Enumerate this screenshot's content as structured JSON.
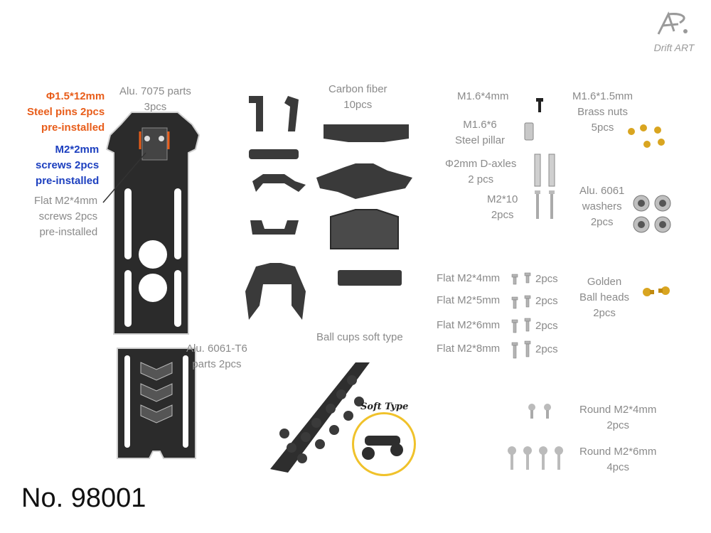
{
  "brand": {
    "logo_mark": "A.",
    "name": "Drift ART"
  },
  "model_number": "No. 98001",
  "annotations": {
    "steel_pins": [
      "Φ1.5*12mm",
      "Steel pins 2pcs",
      "pre-installed"
    ],
    "m2_screws": [
      "M2*2mm",
      "screws  2pcs",
      "pre-installed"
    ],
    "flat_screws": [
      "Flat M2*4mm",
      "screws  2pcs",
      "pre-installed"
    ],
    "alu7075": [
      "Alu. 7075 parts",
      "3pcs"
    ],
    "carbon": [
      "Carbon fiber",
      "10pcs"
    ],
    "alu6061t6": [
      "Alu. 6061-T6",
      "parts 2pcs"
    ],
    "ballcups": [
      "Ball cups soft type"
    ],
    "soft_type": "Soft Type",
    "m16_4": [
      "M1.6*4mm"
    ],
    "m16_6": [
      "M1.6*6",
      "Steel pillar"
    ],
    "daxles": [
      "Φ2mm D-axles",
      "2 pcs"
    ],
    "m2_10": [
      "M2*10",
      "2pcs"
    ],
    "brass": [
      "M1.6*1.5mm",
      "Brass nuts",
      "5pcs"
    ],
    "washers": [
      "Alu. 6061",
      "washers",
      "2pcs"
    ],
    "flat4": "Flat M2*4mm",
    "flat5": "Flat M2*5mm",
    "flat6": "Flat M2*6mm",
    "flat8": "Flat M2*8mm",
    "qty2": "2pcs",
    "golden": [
      "Golden",
      "Ball heads",
      "2pcs"
    ],
    "round4": [
      "Round M2*4mm",
      "2pcs"
    ],
    "round6": [
      "Round M2*6mm",
      "4pcs"
    ]
  },
  "colors": {
    "label_gray": "#8a8a8a",
    "orange": "#e85d1a",
    "blue": "#1c3fbf",
    "part_dark": "#2b2b2b",
    "carbon": "#3a3a3a",
    "gold": "#d9a520",
    "silver": "#bfbfbf"
  }
}
